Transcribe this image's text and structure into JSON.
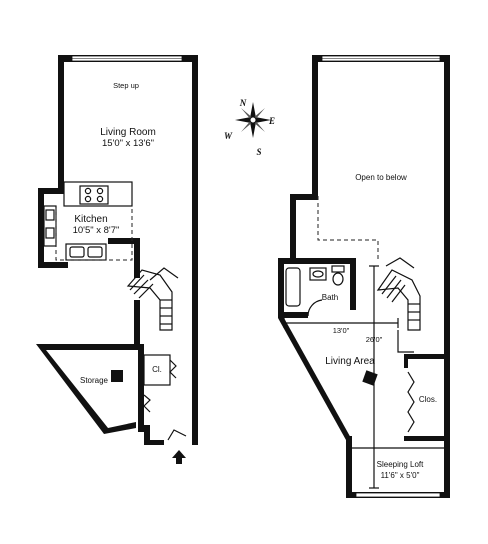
{
  "lower_level": {
    "step_up": "Step up",
    "living_room": {
      "name": "Living Room",
      "dims": "15'0\" x 13'6\""
    },
    "kitchen": {
      "name": "Kitchen",
      "dims": "10'5\" x 8'7\""
    },
    "storage": {
      "name": "Storage"
    },
    "closet": {
      "name": "Cl."
    }
  },
  "compass": {
    "north": "N",
    "south": "S",
    "east": "E",
    "west": "W"
  },
  "upper_level": {
    "open_to_below": "Open to below",
    "bath": {
      "name": "Bath"
    },
    "living_area": {
      "name": "Living Area"
    },
    "width_dim": "13'0\"",
    "length_dim": "26'0\"",
    "closet": {
      "name": "Clos."
    },
    "sleeping_loft": {
      "name": "Sleeping Loft",
      "dims": "11'6\" x 5'0\""
    }
  }
}
